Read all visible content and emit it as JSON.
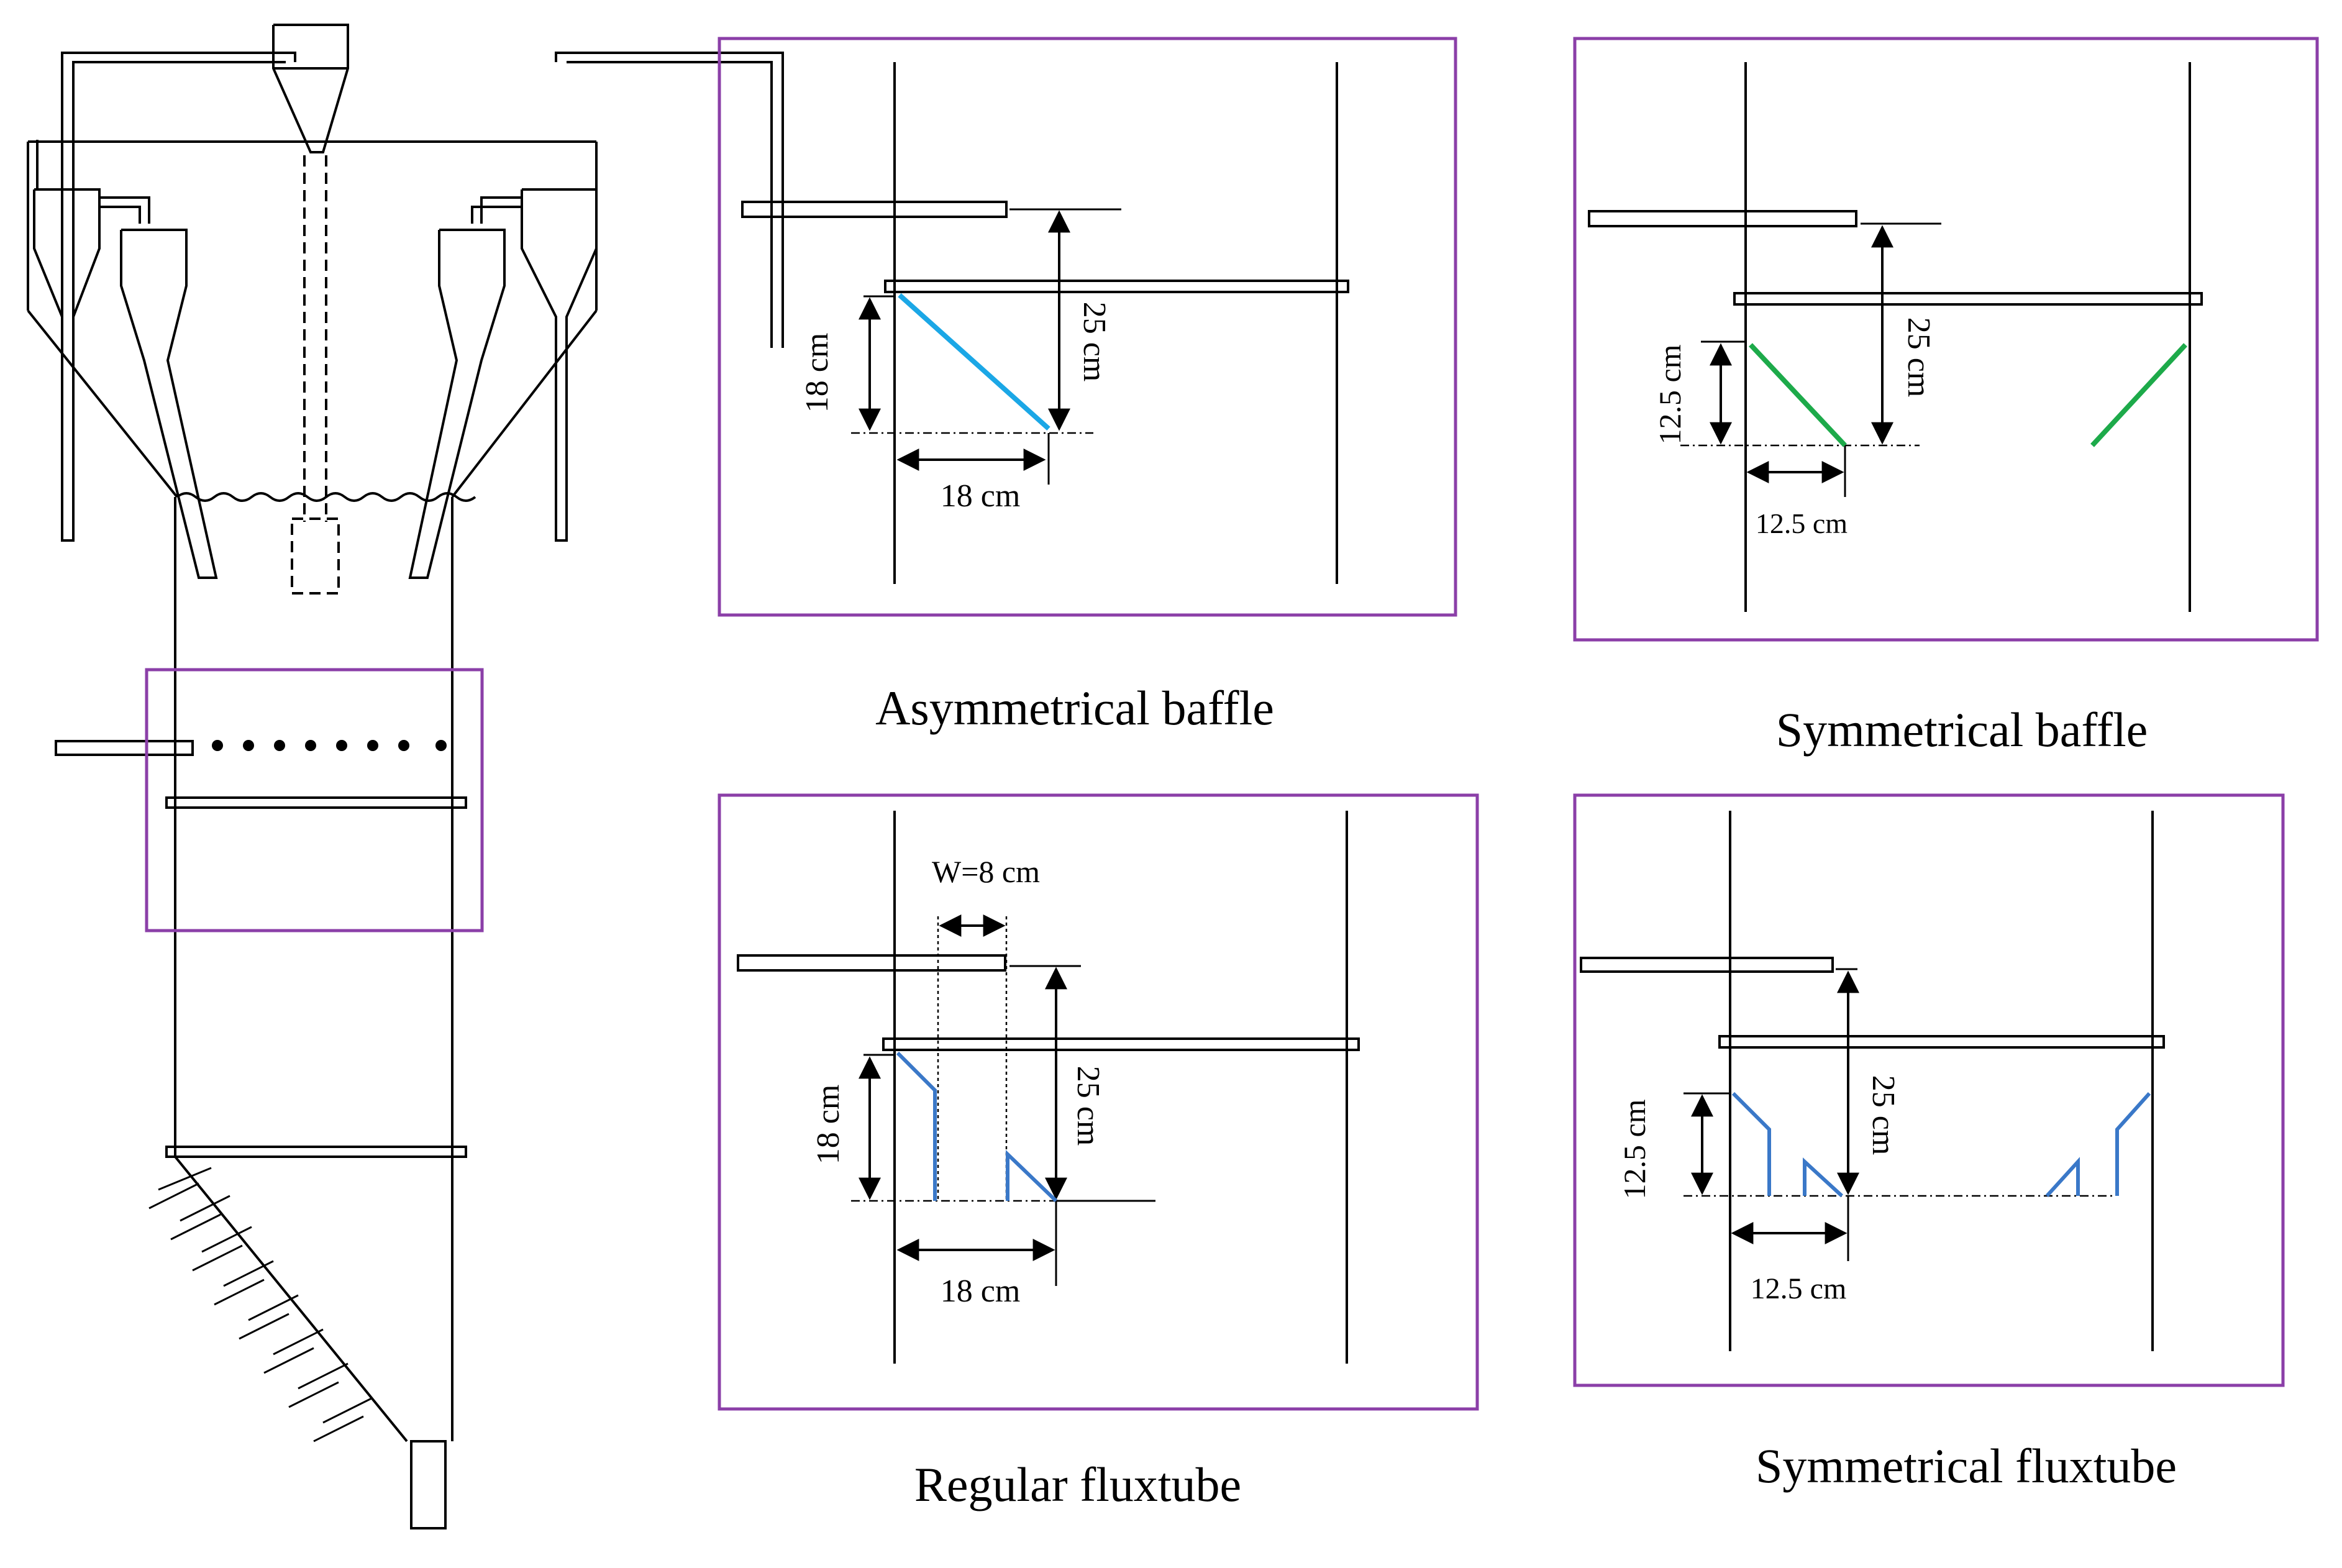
{
  "panels": {
    "asymmetrical_baffle": {
      "caption": "Asymmetrical baffle",
      "label_vertical": "18 cm",
      "label_horizontal": "18 cm",
      "label_height": "25 cm",
      "accent": "#1BA7E6"
    },
    "symmetrical_baffle": {
      "caption": "Symmetrical baffle",
      "label_vertical": "12.5 cm",
      "label_horizontal": "12.5 cm",
      "label_height": "25 cm",
      "accent": "#1DAA4A"
    },
    "regular_fluxtube": {
      "caption": "Regular fluxtube",
      "label_width": "W=8 cm",
      "label_vertical": "18 cm",
      "label_horizontal": "18 cm",
      "label_height": "25 cm",
      "accent": "#3A78C8"
    },
    "symmetrical_fluxtube": {
      "caption": "Symmetrical fluxtube",
      "label_vertical": "12.5 cm",
      "label_horizontal": "12.5 cm",
      "label_height": "25 cm",
      "accent": "#3A78C8"
    }
  },
  "colors": {
    "frame": "#8B3FA8",
    "line": "#000000"
  }
}
